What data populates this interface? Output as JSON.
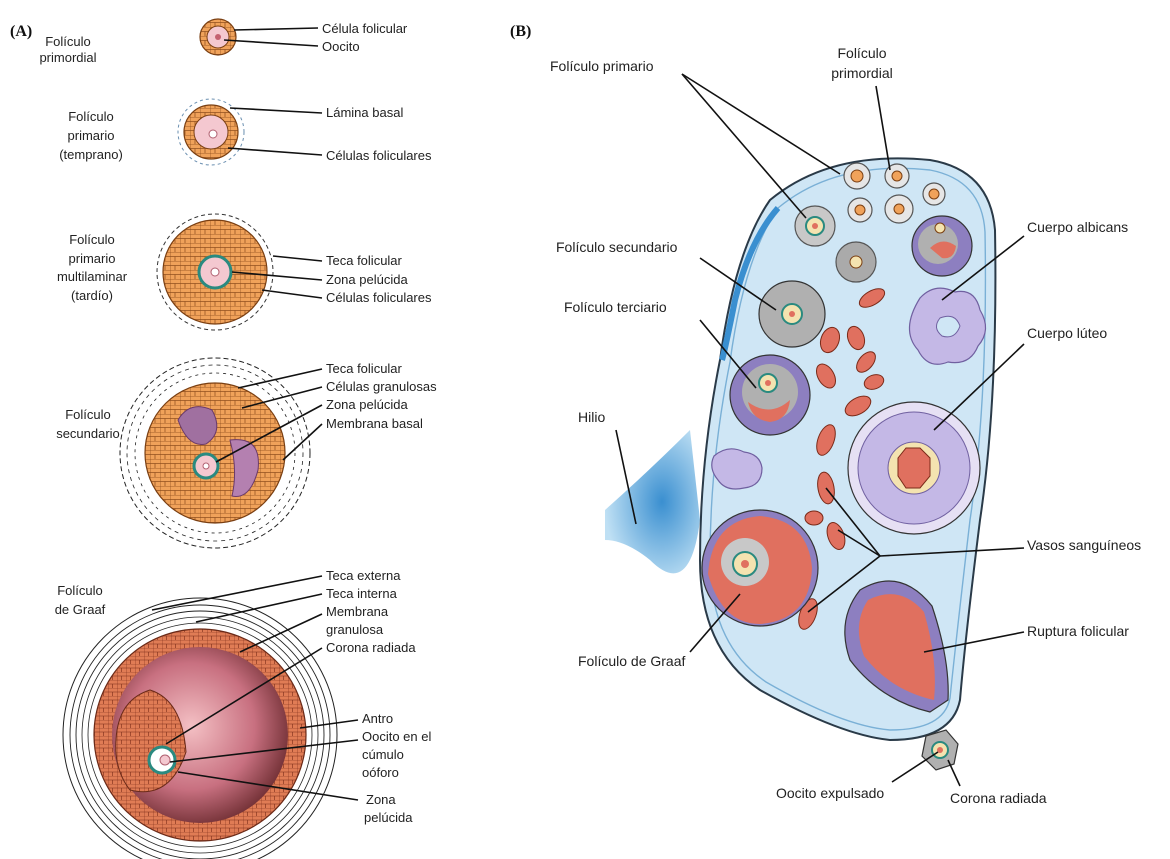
{
  "panels": {
    "a": "(A)",
    "b": "(B)"
  },
  "panel_a": {
    "primordial": {
      "name": [
        "Folículo",
        "primordial"
      ],
      "labels": [
        "Célula folicular",
        "Oocito"
      ]
    },
    "primario_temprano": {
      "name": [
        "Folículo",
        "primario",
        "(temprano)"
      ],
      "labels": [
        "Lámina basal",
        "Células foliculares"
      ]
    },
    "primario_tardio": {
      "name": [
        "Folículo",
        "primario",
        "multilaminar",
        "(tardío)"
      ],
      "labels": [
        "Teca folicular",
        "Zona pelúcida",
        "Células foliculares"
      ]
    },
    "secundario": {
      "name": [
        "Folículo",
        "secundario"
      ],
      "labels": [
        "Teca folicular",
        "Células granulosas",
        "Zona pelúcida",
        "Membrana basal"
      ]
    },
    "graaf": {
      "name": [
        "Folículo",
        "de Graaf"
      ],
      "labels": [
        "Teca externa",
        "Teca interna",
        "Membrana",
        "granulosa",
        "Corona radiada",
        "Antro",
        "Oocito en el",
        "cúmulo",
        "oóforo",
        "Zona",
        "pelúcida"
      ]
    }
  },
  "panel_b": {
    "labels": {
      "foliculo_primario": "Folículo primario",
      "foliculo_primordial": [
        "Folículo",
        "primordial"
      ],
      "foliculo_secundario": "Folículo secundario",
      "foliculo_terciario": "Folículo terciario",
      "hilio": "Hilio",
      "cuerpo_albicans": "Cuerpo albicans",
      "cuerpo_luteo": "Cuerpo lúteo",
      "vasos": "Vasos sanguíneos",
      "ruptura": "Ruptura folicular",
      "graaf": "Folículo de Graaf",
      "oocito_expulsado": "Oocito expulsado",
      "corona_radiada": "Corona radiada"
    }
  },
  "colors": {
    "ovary": "#cfe6f5",
    "ovary_edge": "#3a8fd0",
    "follicle_orange": "#f0a25a",
    "granulosa_red": "#e0705f",
    "antrum": "#f6b7b0",
    "theca_purple": "#8d7fc0",
    "albicans": "#c4b8e6",
    "oocyte_pink": "#f4c8d0"
  }
}
